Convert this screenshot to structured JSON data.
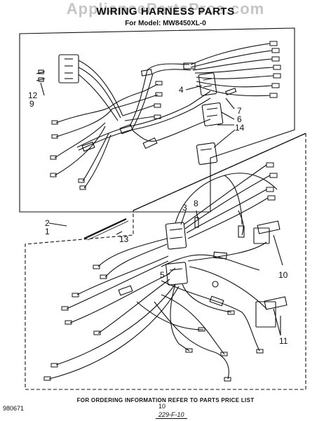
{
  "watermark": "AppliancePartsPros.com",
  "title": "WIRING HARNESS PARTS",
  "subtitle": "For Model: MW8450XL-0",
  "callouts": {
    "c12": "12",
    "c9": "9",
    "c4": "4",
    "c7": "7",
    "c6": "6",
    "c14": "14",
    "c2": "2",
    "c1": "1",
    "c13": "13",
    "c3": "3",
    "c8": "8",
    "c5": "5",
    "c10": "10",
    "c11": "11"
  },
  "footer": {
    "ordering_info": "FOR ORDERING INFORMATION REFER TO PARTS PRICE LIST",
    "doc_code": "980671",
    "page": "10",
    "stamp": "229-F-10"
  }
}
